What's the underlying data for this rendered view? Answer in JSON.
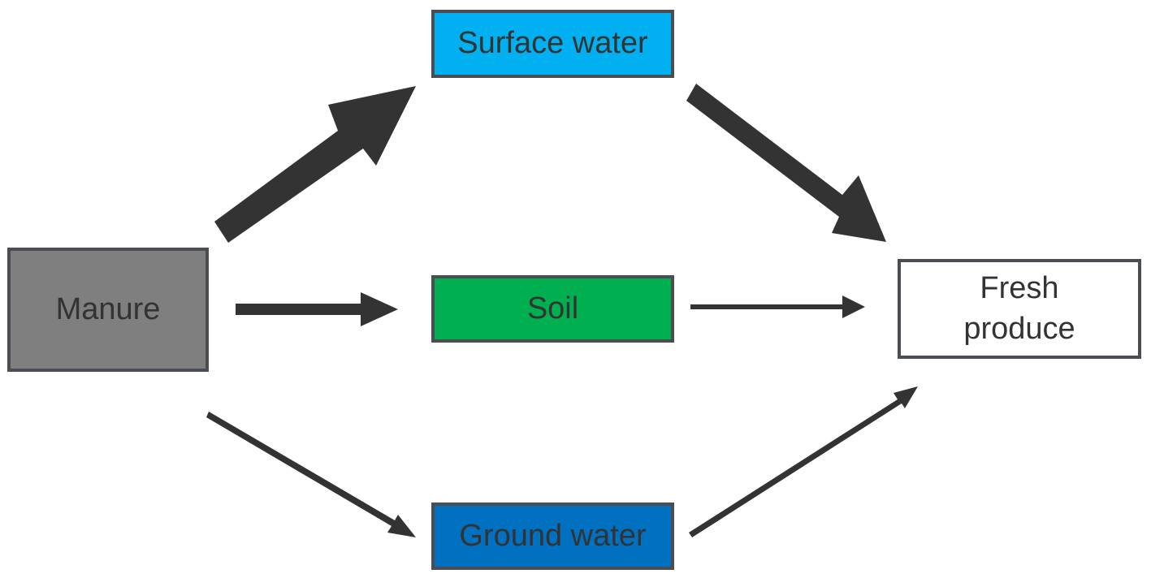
{
  "nodes": {
    "manure": {
      "label": "Manure",
      "color": "#7f7f7f"
    },
    "surface": {
      "label": "Surface water",
      "color": "#00b0f0"
    },
    "soil": {
      "label": "Soil",
      "color": "#00b050"
    },
    "ground": {
      "label": "Ground water",
      "color": "#0070c0"
    },
    "produce": {
      "label": "Fresh\nproduce",
      "color": "#ffffff"
    }
  },
  "edges": [
    {
      "from": "manure",
      "to": "surface",
      "weight": "thick"
    },
    {
      "from": "surface",
      "to": "produce",
      "weight": "thick"
    },
    {
      "from": "manure",
      "to": "soil",
      "weight": "medium"
    },
    {
      "from": "soil",
      "to": "produce",
      "weight": "medium"
    },
    {
      "from": "manure",
      "to": "ground",
      "weight": "thin"
    },
    {
      "from": "ground",
      "to": "produce",
      "weight": "thin"
    }
  ],
  "arrow_color": "#333333"
}
